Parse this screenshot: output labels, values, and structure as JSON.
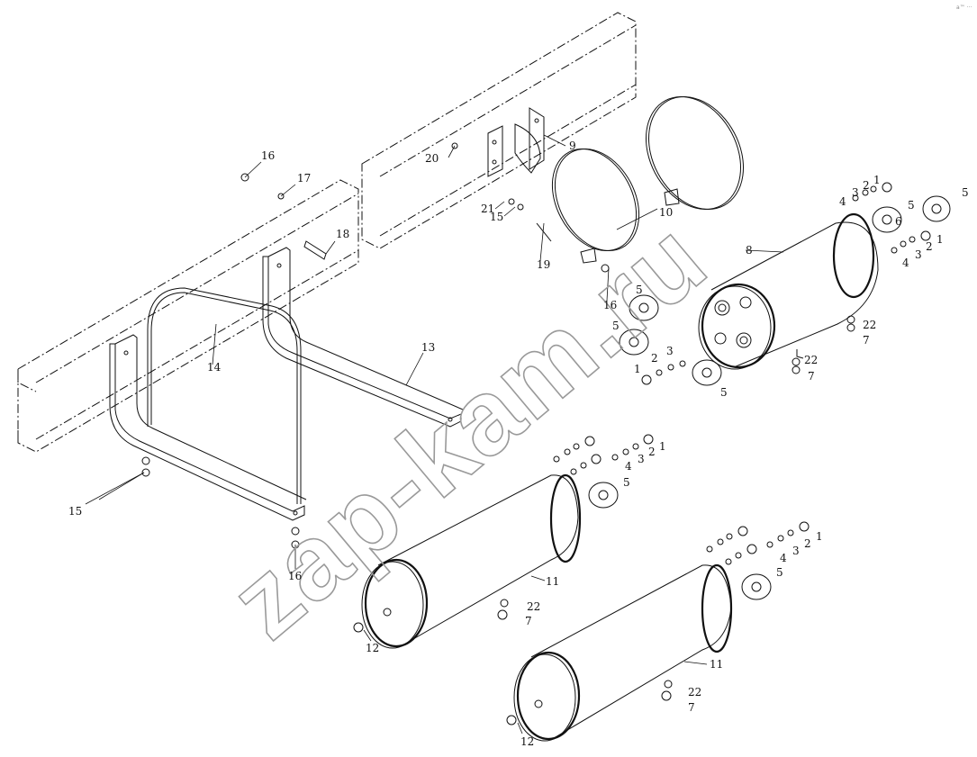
{
  "watermark": "zap-kam.ru",
  "corner_mark": "a™ ···",
  "callouts": [
    {
      "id": "c1a",
      "text": "1"
    },
    {
      "id": "c2a",
      "text": "2"
    },
    {
      "id": "c3a",
      "text": "3"
    },
    {
      "id": "c4a",
      "text": "4"
    },
    {
      "id": "c5a",
      "text": "5"
    },
    {
      "id": "c5b",
      "text": "5"
    },
    {
      "id": "c6a",
      "text": "6"
    },
    {
      "id": "c1b",
      "text": "1"
    },
    {
      "id": "c2b",
      "text": "2"
    },
    {
      "id": "c3b",
      "text": "3"
    },
    {
      "id": "c4b",
      "text": "4"
    },
    {
      "id": "c8",
      "text": "8"
    },
    {
      "id": "c9",
      "text": "9"
    },
    {
      "id": "c10",
      "text": "10"
    },
    {
      "id": "c16a",
      "text": "16"
    },
    {
      "id": "c17",
      "text": "17"
    },
    {
      "id": "c18",
      "text": "18"
    },
    {
      "id": "c19",
      "text": "19"
    },
    {
      "id": "c20",
      "text": "20"
    },
    {
      "id": "c21",
      "text": "21"
    },
    {
      "id": "c15a",
      "text": "15"
    },
    {
      "id": "c16b",
      "text": "16"
    },
    {
      "id": "c5c",
      "text": "5"
    },
    {
      "id": "c5d",
      "text": "5"
    },
    {
      "id": "c5e",
      "text": "5"
    },
    {
      "id": "c1c",
      "text": "1"
    },
    {
      "id": "c2c",
      "text": "2"
    },
    {
      "id": "c3c",
      "text": "3"
    },
    {
      "id": "c22a",
      "text": "22"
    },
    {
      "id": "c7a",
      "text": "7"
    },
    {
      "id": "c22b",
      "text": "22"
    },
    {
      "id": "c7b",
      "text": "7"
    },
    {
      "id": "c13",
      "text": "13"
    },
    {
      "id": "c14",
      "text": "14"
    },
    {
      "id": "c15b",
      "text": "15"
    },
    {
      "id": "c16c",
      "text": "16"
    },
    {
      "id": "c1d",
      "text": "1"
    },
    {
      "id": "c2d",
      "text": "2"
    },
    {
      "id": "c3d",
      "text": "3"
    },
    {
      "id": "c4d",
      "text": "4"
    },
    {
      "id": "c5f",
      "text": "5"
    },
    {
      "id": "c11a",
      "text": "11"
    },
    {
      "id": "c22c",
      "text": "22"
    },
    {
      "id": "c7c",
      "text": "7"
    },
    {
      "id": "c12a",
      "text": "12"
    },
    {
      "id": "c1e",
      "text": "1"
    },
    {
      "id": "c2e",
      "text": "2"
    },
    {
      "id": "c3e",
      "text": "3"
    },
    {
      "id": "c4e",
      "text": "4"
    },
    {
      "id": "c5g",
      "text": "5"
    },
    {
      "id": "c11b",
      "text": "11"
    },
    {
      "id": "c22d",
      "text": "22"
    },
    {
      "id": "c7d",
      "text": "7"
    },
    {
      "id": "c12b",
      "text": "12"
    }
  ]
}
